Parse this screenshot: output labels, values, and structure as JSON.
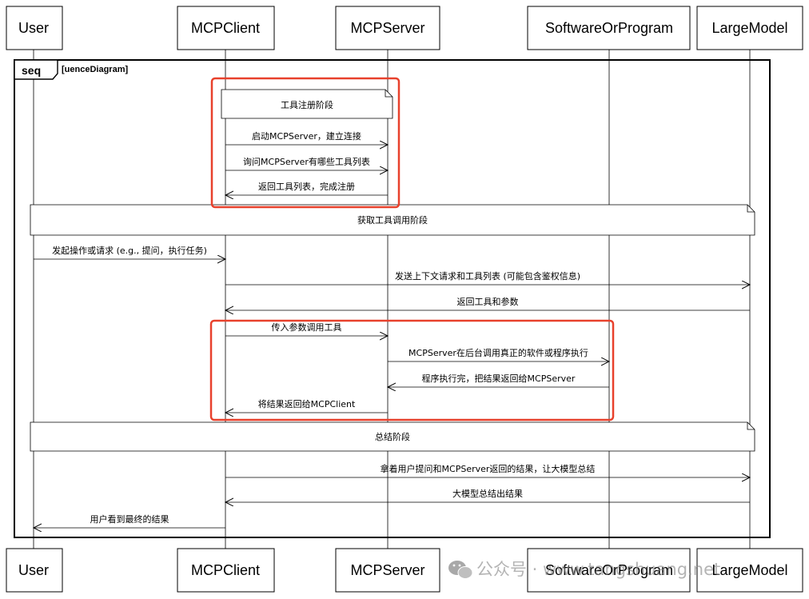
{
  "actors": [
    {
      "id": "user",
      "label": "User"
    },
    {
      "id": "client",
      "label": "MCPClient"
    },
    {
      "id": "server",
      "label": "MCPServer"
    },
    {
      "id": "software",
      "label": "SoftwareOrProgram"
    },
    {
      "id": "model",
      "label": "LargeModel"
    }
  ],
  "frame": {
    "tag": "seq",
    "title": "[uenceDiagram]"
  },
  "notes": [
    {
      "id": "note-registration",
      "text": "工具注册阶段"
    },
    {
      "id": "note-get-tools",
      "text": "获取工具调用阶段"
    },
    {
      "id": "note-summary",
      "text": "总结阶段"
    }
  ],
  "messages": [
    {
      "id": "m1",
      "from": "client",
      "to": "server",
      "label": "启动MCPServer，建立连接",
      "style": "solid"
    },
    {
      "id": "m2",
      "from": "client",
      "to": "server",
      "label": "询问MCPServer有哪些工具列表",
      "style": "solid"
    },
    {
      "id": "m3",
      "from": "server",
      "to": "client",
      "label": "返回工具列表，完成注册",
      "style": "solid"
    },
    {
      "id": "m4",
      "from": "user",
      "to": "client",
      "label": "发起操作或请求 (e.g., 提问，执行任务)",
      "style": "solid"
    },
    {
      "id": "m5",
      "from": "client",
      "to": "model",
      "label": "发送上下文请求和工具列表 (可能包含鉴权信息)",
      "style": "solid"
    },
    {
      "id": "m6",
      "from": "model",
      "to": "client",
      "label": "返回工具和参数",
      "style": "solid"
    },
    {
      "id": "m7",
      "from": "client",
      "to": "server",
      "label": "传入参数调用工具",
      "style": "solid"
    },
    {
      "id": "m8",
      "from": "server",
      "to": "software",
      "label": "MCPServer在后台调用真正的软件或程序执行",
      "style": "solid"
    },
    {
      "id": "m9",
      "from": "software",
      "to": "server",
      "label": "程序执行完，把结果返回给MCPServer",
      "style": "solid"
    },
    {
      "id": "m10",
      "from": "server",
      "to": "client",
      "label": "将结果返回给MCPClient",
      "style": "solid"
    },
    {
      "id": "m11",
      "from": "client",
      "to": "model",
      "label": "拿着用户提问和MCPServer返回的结果，让大模型总结",
      "style": "solid"
    },
    {
      "id": "m12",
      "from": "model",
      "to": "client",
      "label": "大模型总结出结果",
      "style": "solid"
    },
    {
      "id": "m13",
      "from": "client",
      "to": "user",
      "label": "用户看到最终的结果",
      "style": "solid"
    }
  ],
  "highlights": [
    {
      "id": "highlight-registration",
      "color": "#e8412c"
    },
    {
      "id": "highlight-execution",
      "color": "#e8412c"
    }
  ],
  "watermark": {
    "text": "公众号 · www.tangshuang.net",
    "icon": "wechat-icon"
  }
}
